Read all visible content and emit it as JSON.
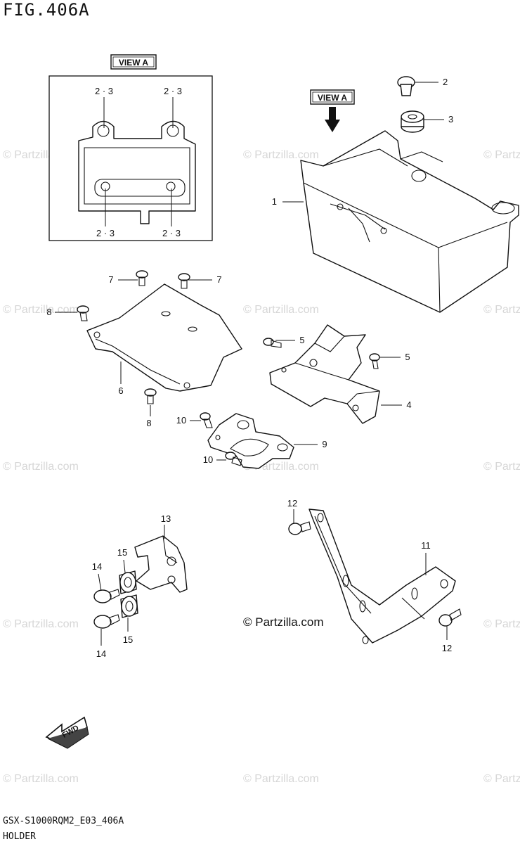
{
  "figure": {
    "title": "FIG.406A",
    "code": "GSX-S1000RQM2_E03_406A",
    "name": "HOLDER"
  },
  "view_label": "VIEW A",
  "view_box_labels": [
    "2 · 3",
    "2 · 3",
    "2 · 3",
    "2 · 3"
  ],
  "fwd_label": "FWD",
  "watermark": "© Partzilla.com",
  "callouts": [
    "1",
    "2",
    "3",
    "4",
    "5",
    "5",
    "6",
    "7",
    "7",
    "8",
    "8",
    "9",
    "10",
    "10",
    "11",
    "12",
    "12",
    "13",
    "14",
    "14",
    "15",
    "15"
  ]
}
